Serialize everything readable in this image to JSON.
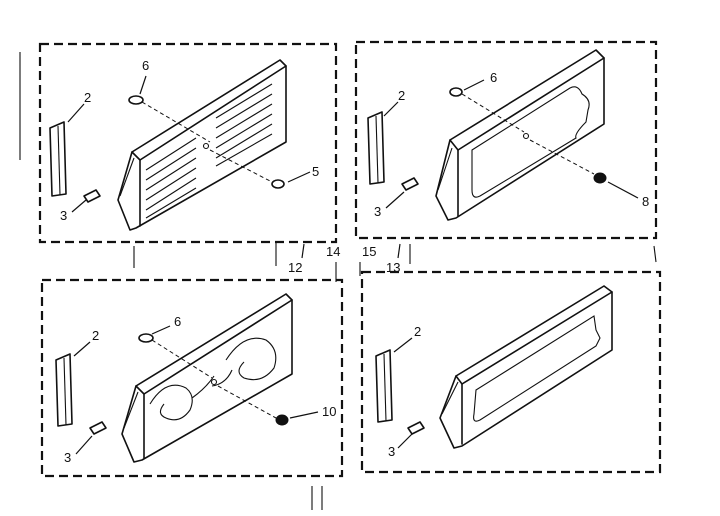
{
  "callouts": {
    "p1": [
      "2",
      "3",
      "6",
      "5"
    ],
    "p2": [
      "2",
      "3",
      "6",
      "8"
    ],
    "p3": [
      "2",
      "3",
      "6",
      "10"
    ],
    "p4": [
      "2",
      "3"
    ],
    "group": [
      "12",
      "14",
      "15",
      "13"
    ]
  }
}
